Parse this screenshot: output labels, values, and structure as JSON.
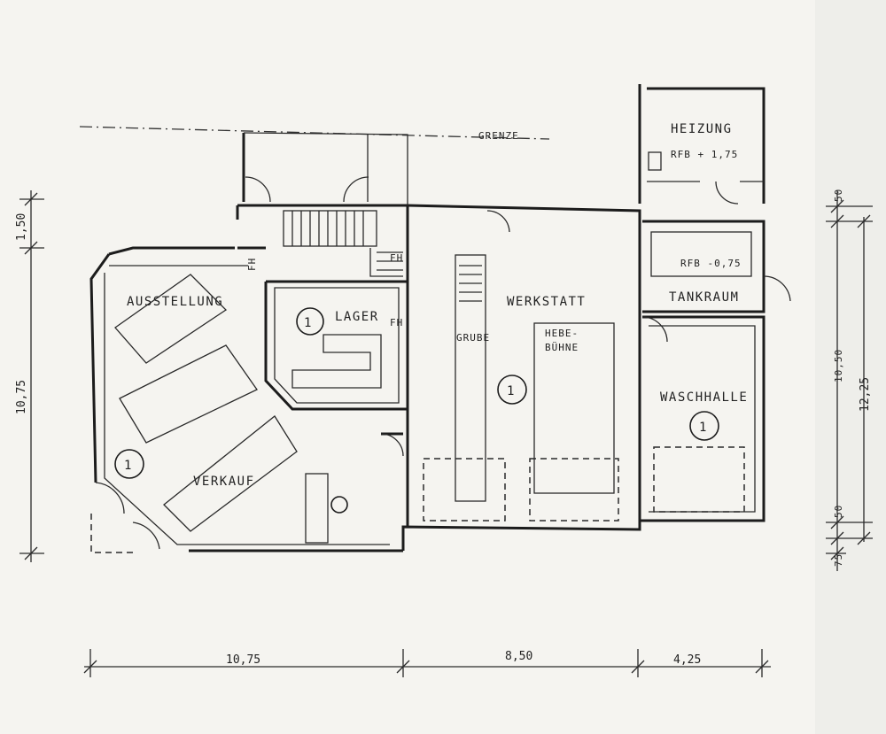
{
  "rooms": {
    "ausstellung": "AUSSTELLUNG",
    "verkauf": "VERKAUF",
    "lager": "LAGER",
    "werkstatt": "WERKSTATT",
    "grube": "GRUBE",
    "hebe": "HEBE-",
    "buhne": "BÜHNE",
    "heizung": "HEIZUNG",
    "heizung_rfb": "RFB + 1,75",
    "tankraum": "TANKRAUM",
    "tankraum_rfb": "RFB -0,75",
    "waschhalle": "WASCHHALLE"
  },
  "room_marks": {
    "ausstellung": "1",
    "lager": "1",
    "werkstatt": "1",
    "waschhalle": "1"
  },
  "labels": {
    "grenze": "GRENZE",
    "door_fh1": "FH",
    "door_fh2": "FH",
    "door_fh3": "FH"
  },
  "dimensions": {
    "bottom": [
      "10,75",
      "8,50",
      "4,25"
    ],
    "left": [
      "1,50",
      "10,75"
    ],
    "right_inner": [
      "50",
      "10,50",
      "50",
      "75"
    ],
    "right_outer": "12,25"
  }
}
